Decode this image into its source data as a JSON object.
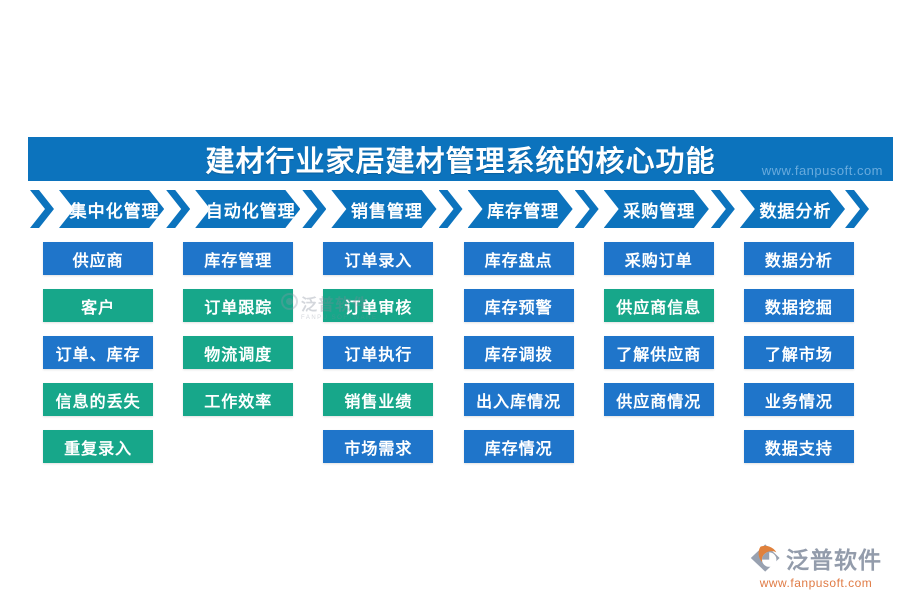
{
  "title": {
    "text": "建材行业家居建材管理系统的核心功能"
  },
  "watermarks": {
    "title_bar_url": "www.fanpusoft.com",
    "center_brand": "泛普软件",
    "center_brand_sub": "FANPU SOFTWARE"
  },
  "footer": {
    "brand": "泛普软件",
    "url": "www.fanpusoft.com"
  },
  "colors": {
    "header_blue": "#0c73bd",
    "button_blue": "#1f75ca",
    "button_green": "#17a78a",
    "logo_gray": "#939cab",
    "logo_orange": "#e07b45"
  },
  "columns": [
    {
      "header": "集中化管理",
      "items": [
        {
          "label": "供应商",
          "color": "blue"
        },
        {
          "label": "客户",
          "color": "green"
        },
        {
          "label": "订单、库存",
          "color": "blue"
        },
        {
          "label": "信息的丢失",
          "color": "green"
        },
        {
          "label": "重复录入",
          "color": "green"
        }
      ]
    },
    {
      "header": "自动化管理",
      "items": [
        {
          "label": "库存管理",
          "color": "blue"
        },
        {
          "label": "订单跟踪",
          "color": "green"
        },
        {
          "label": "物流调度",
          "color": "green"
        },
        {
          "label": "工作效率",
          "color": "green"
        }
      ]
    },
    {
      "header": "销售管理",
      "items": [
        {
          "label": "订单录入",
          "color": "blue"
        },
        {
          "label": "订单审核",
          "color": "green"
        },
        {
          "label": "订单执行",
          "color": "blue"
        },
        {
          "label": "销售业绩",
          "color": "green"
        },
        {
          "label": "市场需求",
          "color": "blue"
        }
      ]
    },
    {
      "header": "库存管理",
      "items": [
        {
          "label": "库存盘点",
          "color": "blue"
        },
        {
          "label": "库存预警",
          "color": "blue"
        },
        {
          "label": "库存调拨",
          "color": "blue"
        },
        {
          "label": "出入库情况",
          "color": "blue"
        },
        {
          "label": "库存情况",
          "color": "blue"
        }
      ]
    },
    {
      "header": "采购管理",
      "items": [
        {
          "label": "采购订单",
          "color": "blue"
        },
        {
          "label": "供应商信息",
          "color": "green"
        },
        {
          "label": "了解供应商",
          "color": "blue"
        },
        {
          "label": "供应商情况",
          "color": "blue"
        }
      ]
    },
    {
      "header": "数据分析",
      "items": [
        {
          "label": "数据分析",
          "color": "blue"
        },
        {
          "label": "数据挖掘",
          "color": "blue"
        },
        {
          "label": "了解市场",
          "color": "blue"
        },
        {
          "label": "业务情况",
          "color": "blue"
        },
        {
          "label": "数据支持",
          "color": "blue"
        }
      ]
    }
  ]
}
